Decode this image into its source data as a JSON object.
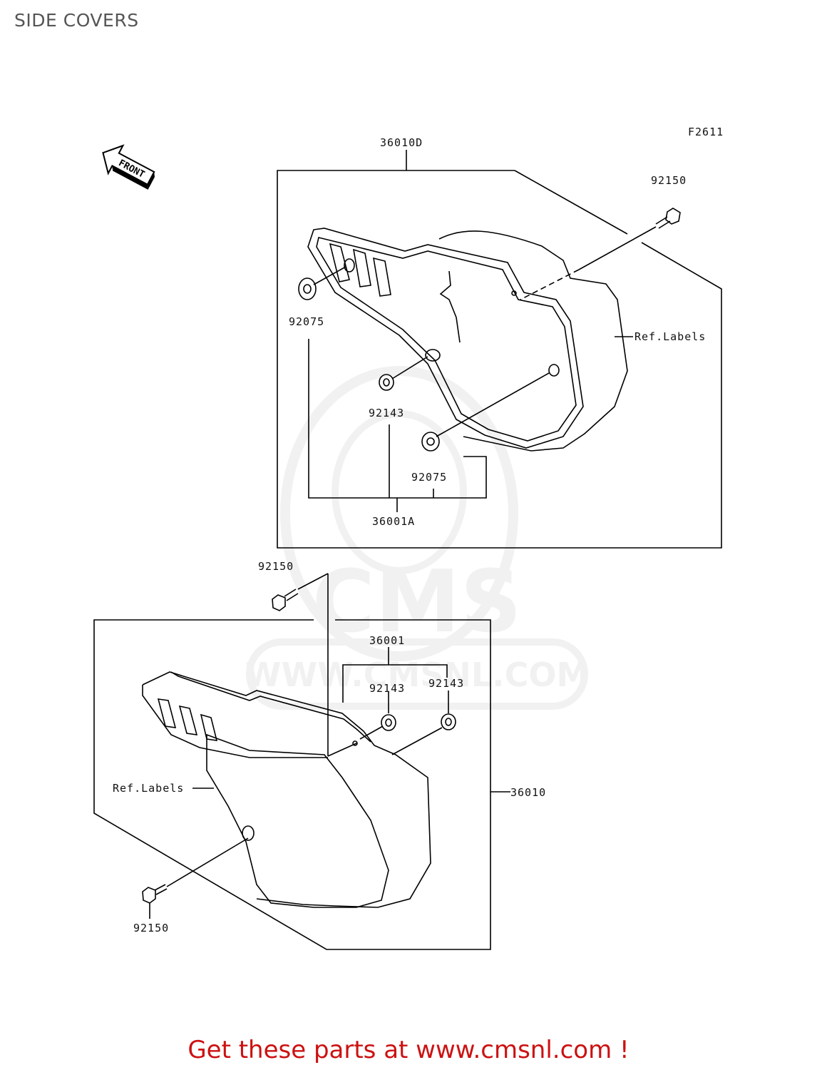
{
  "page_title": "SIDE COVERS",
  "figure_code": "F2611",
  "front_arrow_label": "FRONT",
  "watermark": {
    "logo_text": "CMS",
    "site_text": "WWW.CMSNL.COM"
  },
  "upper_assembly": {
    "box_label": "36010D",
    "bolt_label": "92150",
    "grommet_left_label": "92075",
    "collar_label": "92143",
    "grommet_right_label": "92075",
    "kit_label": "36001A",
    "ref_labels": "Ref.Labels"
  },
  "lower_assembly": {
    "bolt_top_label": "92150",
    "kit_label": "36001",
    "collar_left_label": "92143",
    "collar_right_label": "92143",
    "ref_labels": "Ref.Labels",
    "box_label": "36010",
    "bolt_bottom_label": "92150"
  },
  "footer": {
    "link_text": "Get these parts at www.cmsnl.com !",
    "color": "#cc1111"
  }
}
